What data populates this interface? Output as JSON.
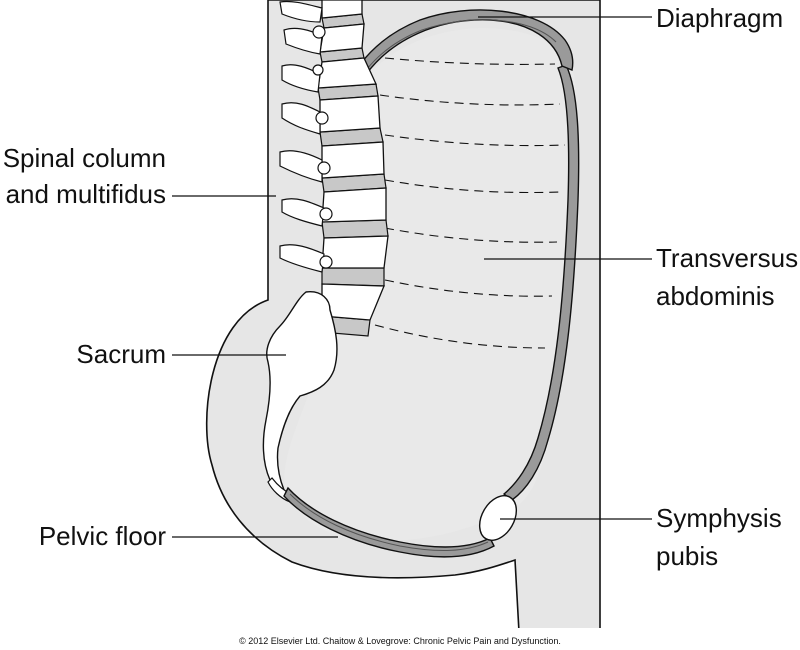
{
  "labels": {
    "diaphragm": "Diaphragm",
    "spinal_line1": "Spinal column",
    "spinal_line2": "and multifidus",
    "transversus_line1": "Transversus",
    "transversus_line2": "abdominis",
    "sacrum": "Sacrum",
    "pelvic_floor": "Pelvic floor",
    "symphysis_line1": "Symphysis",
    "symphysis_line2": "pubis"
  },
  "credit": "© 2012 Elsevier Ltd. Chaitow & Lovegrove: Chronic Pelvic Pain and Dysfunction.",
  "colors": {
    "body_fill": "#e6e6e6",
    "muscle_fill": "#9a9a9a",
    "bone_fill": "#ffffff",
    "disc_fill": "#c8c8c8",
    "outline": "#111111"
  }
}
